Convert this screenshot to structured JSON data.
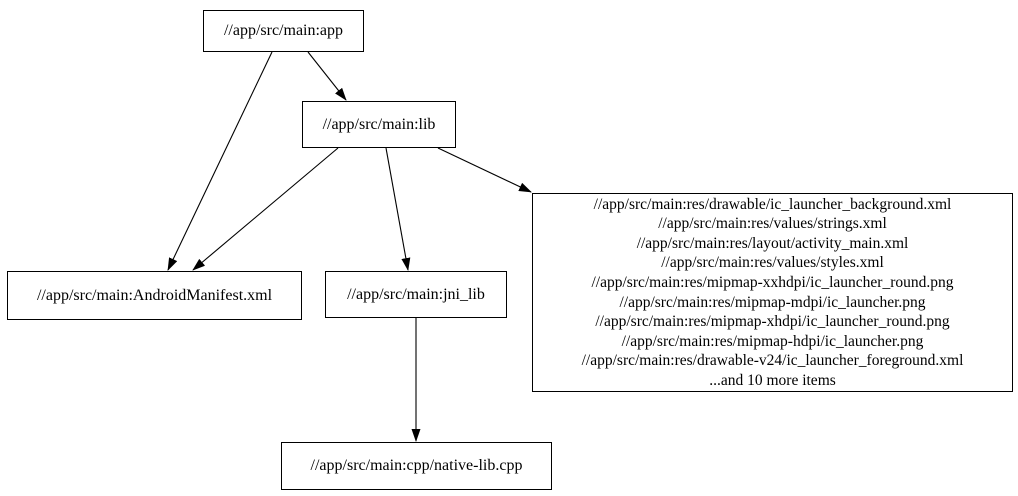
{
  "diagram": {
    "type": "dependency-graph",
    "background_color": "#ffffff",
    "node_border_color": "#000000",
    "edge_color": "#000000",
    "text_color": "#000000",
    "nodes": {
      "app": {
        "label": "//app/src/main:app"
      },
      "lib": {
        "label": "//app/src/main:lib"
      },
      "manifest": {
        "label": "//app/src/main:AndroidManifest.xml"
      },
      "jni_lib": {
        "label": "//app/src/main:jni_lib"
      },
      "res_group": {
        "lines": [
          "//app/src/main:res/drawable/ic_launcher_background.xml",
          "//app/src/main:res/values/strings.xml",
          "//app/src/main:res/layout/activity_main.xml",
          "//app/src/main:res/values/styles.xml",
          "//app/src/main:res/mipmap-xxhdpi/ic_launcher_round.png",
          "//app/src/main:res/mipmap-mdpi/ic_launcher.png",
          "//app/src/main:res/mipmap-xhdpi/ic_launcher_round.png",
          "//app/src/main:res/mipmap-hdpi/ic_launcher.png",
          "//app/src/main:res/drawable-v24/ic_launcher_foreground.xml",
          "...and 10 more items"
        ]
      },
      "native_cpp": {
        "label": "//app/src/main:cpp/native-lib.cpp"
      }
    },
    "edges": [
      {
        "from": "app",
        "to": "lib"
      },
      {
        "from": "app",
        "to": "manifest"
      },
      {
        "from": "lib",
        "to": "manifest"
      },
      {
        "from": "lib",
        "to": "jni_lib"
      },
      {
        "from": "lib",
        "to": "res_group"
      },
      {
        "from": "jni_lib",
        "to": "native_cpp"
      }
    ]
  }
}
